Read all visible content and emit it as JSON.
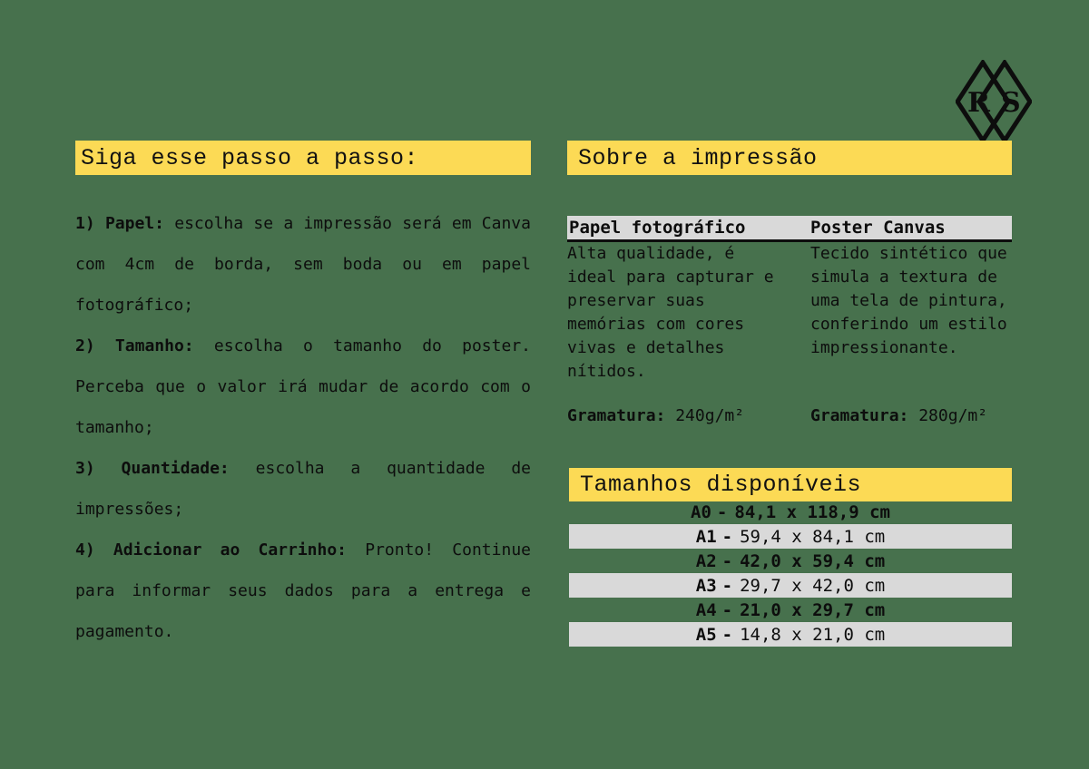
{
  "colors": {
    "background": "#47714d",
    "banner_yellow": "#fcda55",
    "band_gray": "#d9d9d9",
    "text": "#0d0d0d"
  },
  "logo": {
    "left_letter": "R",
    "right_letter": "S"
  },
  "left_section": {
    "header": "Siga esse passo a passo:",
    "steps": [
      {
        "label": "1) Papel:",
        "text": "escolha se a impressão será em Canva com 4cm de borda, sem boda ou em papel fotográfico;"
      },
      {
        "label": "2) Tamanho:",
        "text": "escolha o tamanho do poster. Perceba que o valor irá mudar de acordo com o tamanho;"
      },
      {
        "label": "3) Quantidade:",
        "text": "escolha a quantidade de impressões;"
      },
      {
        "label": "4) Adicionar ao Carrinho:",
        "text": "Pronto! Continue para informar seus dados para a entrega e pagamento."
      }
    ]
  },
  "about_section": {
    "header": "Sobre a impressão",
    "columns": [
      {
        "title": "Papel fotográfico",
        "description": "Alta qualidade, é ideal para capturar e preservar suas memórias com cores vivas e detalhes nítidos.",
        "gramatura_label": "Gramatura:",
        "gramatura_value": "240g/m²"
      },
      {
        "title": "Poster Canvas",
        "description": "Tecido sintético que simula a textura de uma tela de pintura, conferindo um estilo impressionante.",
        "gramatura_label": "Gramatura:",
        "gramatura_value": "280g/m²"
      }
    ]
  },
  "sizes_section": {
    "header": "Tamanhos disponíveis",
    "separator": "-",
    "rows": [
      {
        "size": "A0",
        "dimensions": "84,1 x 118,9 cm"
      },
      {
        "size": "A1",
        "dimensions": "59,4 x 84,1 cm"
      },
      {
        "size": "A2",
        "dimensions": "42,0 x 59,4 cm"
      },
      {
        "size": "A3",
        "dimensions": "29,7 x 42,0 cm"
      },
      {
        "size": "A4",
        "dimensions": "21,0 x 29,7 cm"
      },
      {
        "size": "A5",
        "dimensions": "14,8 x 21,0 cm"
      }
    ]
  }
}
